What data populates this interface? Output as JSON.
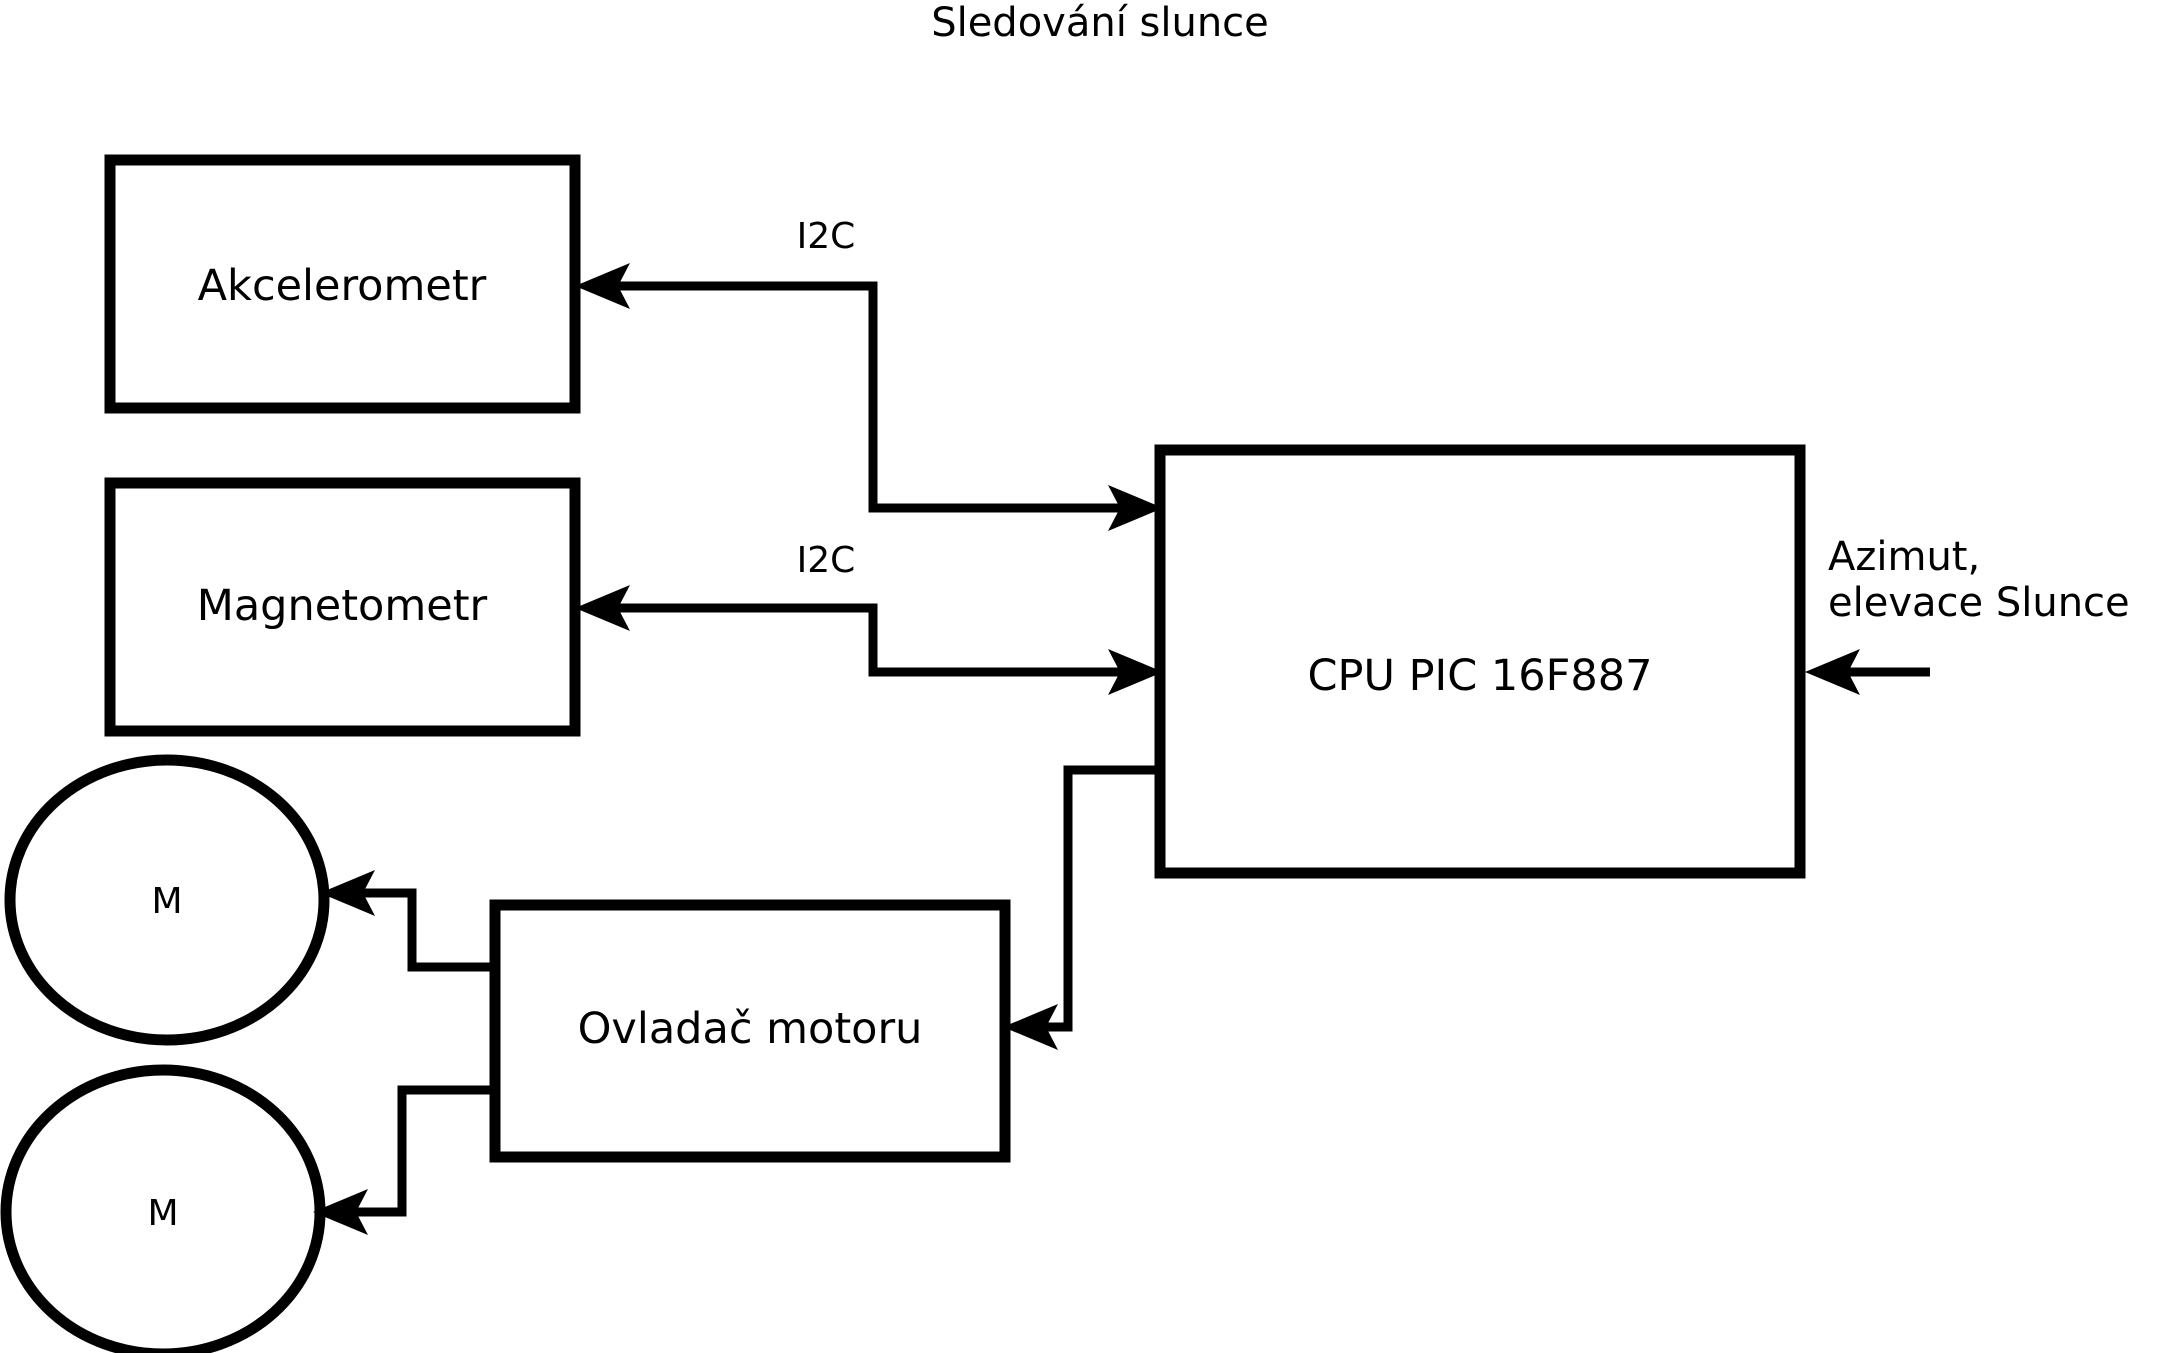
{
  "diagram": {
    "title": "Sledování slunce",
    "nodes": [
      {
        "id": "accelerometer",
        "label": "Akcelerometr",
        "shape": "rect"
      },
      {
        "id": "magnetometer",
        "label": "Magnetometr",
        "shape": "rect"
      },
      {
        "id": "cpu",
        "label": "CPU PIC 16F887",
        "shape": "rect"
      },
      {
        "id": "motor-driver",
        "label": "Ovladač motoru",
        "shape": "rect"
      },
      {
        "id": "motor-1",
        "label": "M",
        "shape": "circle"
      },
      {
        "id": "motor-2",
        "label": "M",
        "shape": "circle"
      }
    ],
    "edge_labels": {
      "accelerometer_bus": "I2C",
      "magnetometer_bus": "I2C",
      "sun_input": "Azimut,\nelevace Slunce",
      "sun_input_line1": "Azimut,",
      "sun_input_line2": "elevace Slunce"
    },
    "colors": {
      "background": "#ffffff",
      "stroke": "#000000",
      "text": "#000000"
    }
  }
}
